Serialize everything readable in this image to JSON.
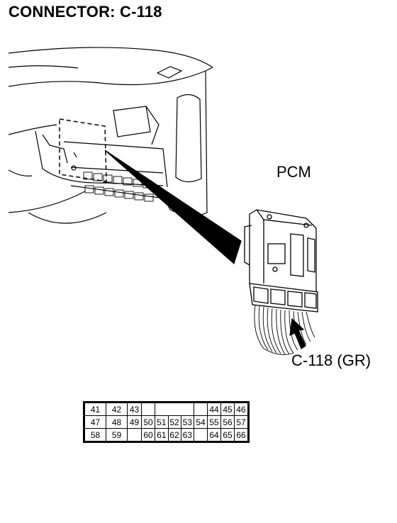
{
  "title": "CONNECTOR: C-118",
  "labels": {
    "module": "PCM",
    "connector": "C-118 (GR)"
  },
  "pinout": {
    "rows": [
      [
        "41",
        "42",
        "43",
        "",
        "",
        "",
        "",
        "",
        "44",
        "45",
        "46"
      ],
      [
        "47",
        "48",
        "49",
        "50",
        "51",
        "52",
        "53",
        "54",
        "55",
        "56",
        "57"
      ],
      [
        "58",
        "59",
        "",
        "60",
        "61",
        "62",
        "63",
        "",
        "64",
        "65",
        "66"
      ]
    ]
  }
}
